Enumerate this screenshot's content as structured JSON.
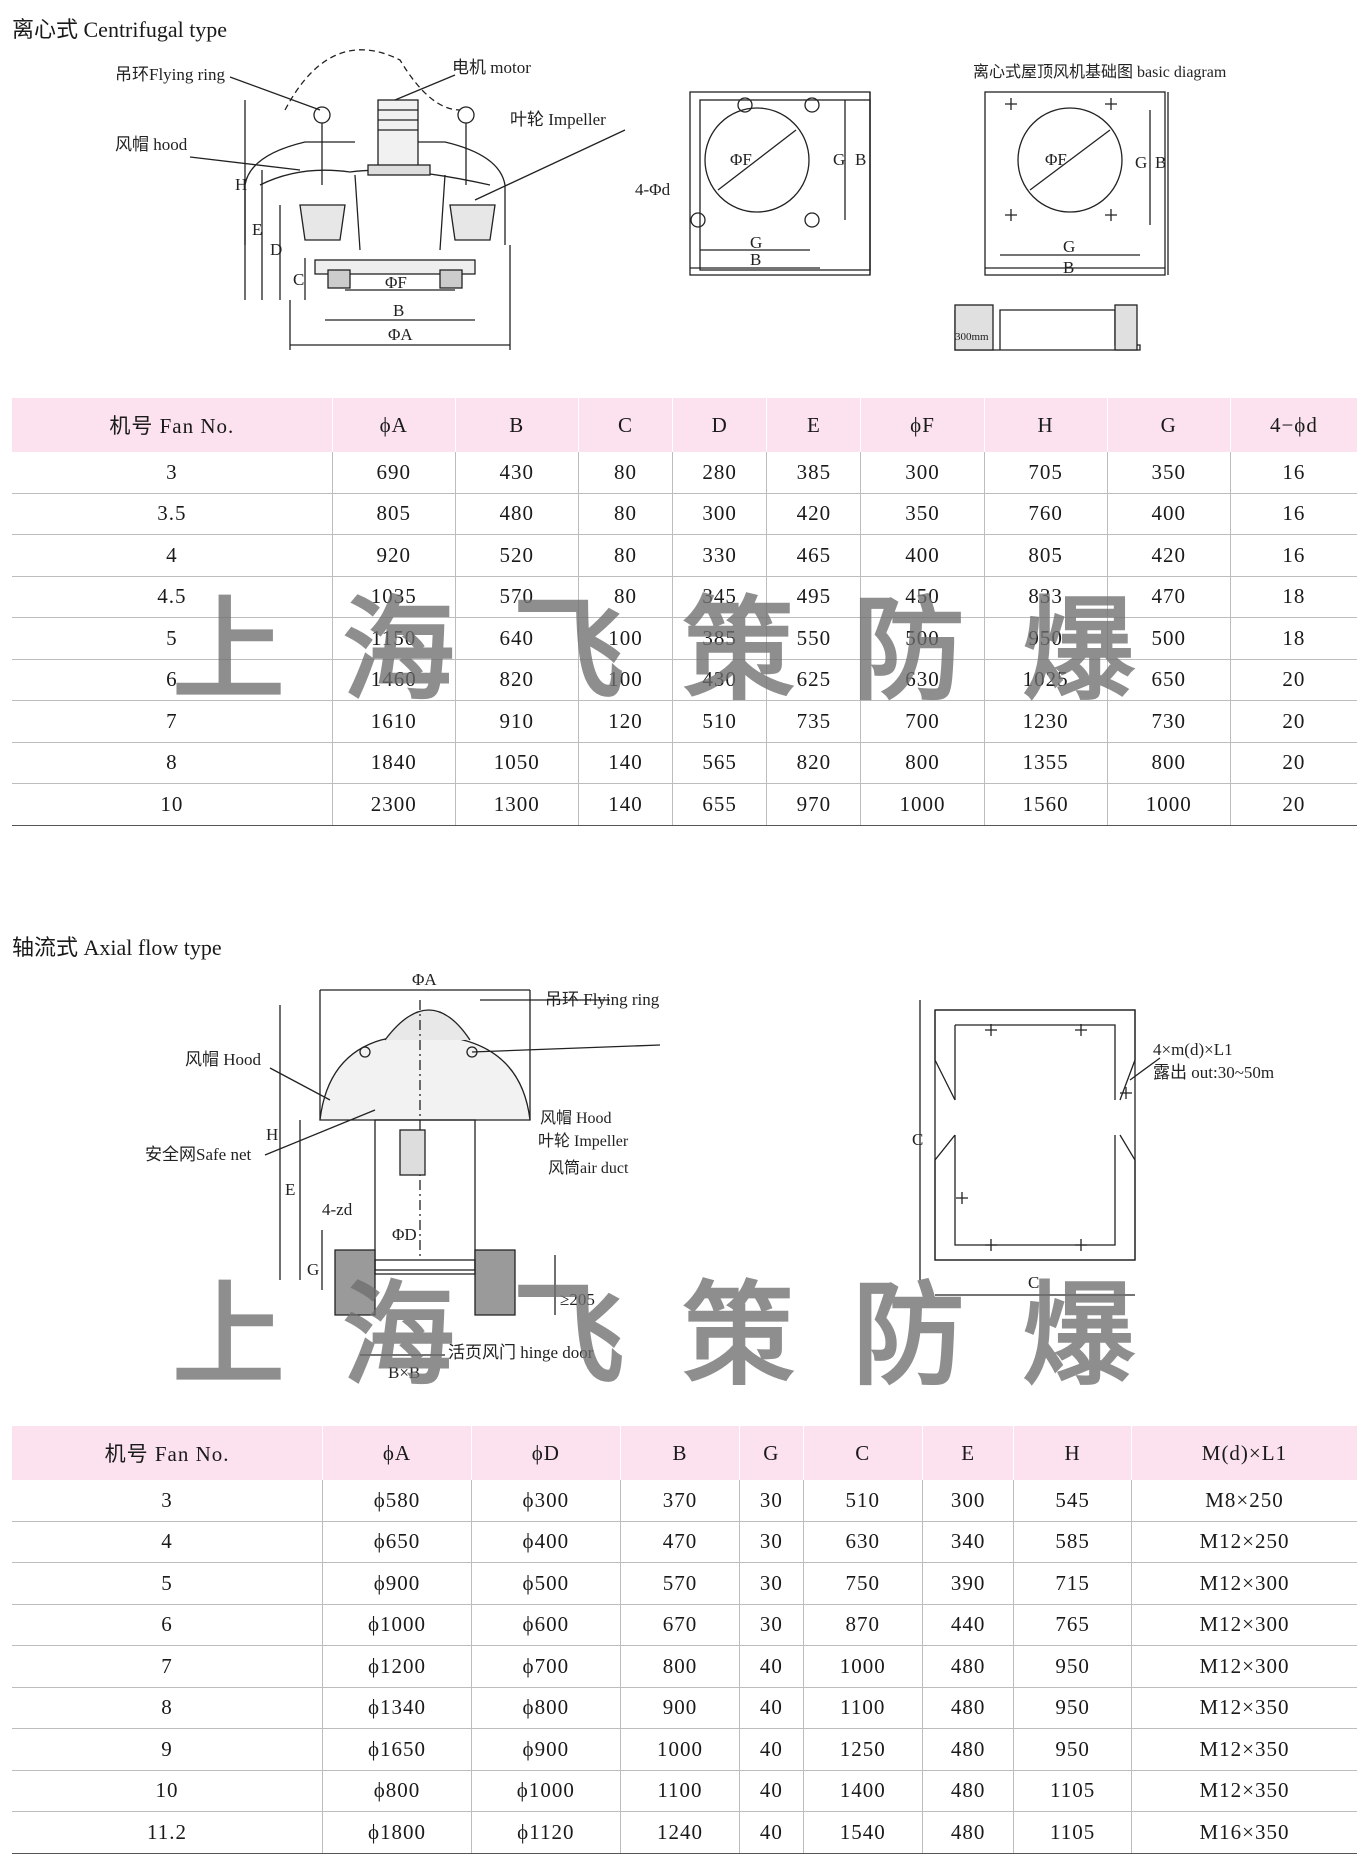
{
  "centrifugal": {
    "title": "离心式 Centrifugal type",
    "labels": {
      "flying_ring": "吊环Flying ring",
      "motor": "电机 motor",
      "hood": "风帽 hood",
      "impeller": "叶轮 Impeller",
      "dim_h": "H",
      "dim_e": "E",
      "dim_d": "D",
      "dim_c": "C",
      "dim_phif": "ΦF",
      "dim_b": "B",
      "dim_phia": "ΦA"
    },
    "plan_labels": {
      "phif": "ΦF",
      "holes": "4-Φd",
      "g": "G",
      "b": "B",
      "g_v": "G",
      "b_v": "B"
    },
    "basic_diagram": {
      "title": "离心式屋顶风机基础图  basic diagram",
      "phif": "ΦF",
      "g": "G",
      "b": "B",
      "g_v": "G",
      "b_v": "B",
      "height_label": "300mm"
    },
    "table": {
      "headers": [
        "机号 Fan No.",
        "ϕA",
        "B",
        "C",
        "D",
        "E",
        "ϕF",
        "H",
        "G",
        "4−ϕd"
      ],
      "rows": [
        [
          "3",
          "690",
          "430",
          "80",
          "280",
          "385",
          "300",
          "705",
          "350",
          "16"
        ],
        [
          "3.5",
          "805",
          "480",
          "80",
          "300",
          "420",
          "350",
          "760",
          "400",
          "16"
        ],
        [
          "4",
          "920",
          "520",
          "80",
          "330",
          "465",
          "400",
          "805",
          "420",
          "16"
        ],
        [
          "4.5",
          "1035",
          "570",
          "80",
          "345",
          "495",
          "450",
          "833",
          "470",
          "18"
        ],
        [
          "5",
          "1150",
          "640",
          "100",
          "385",
          "550",
          "500",
          "950",
          "500",
          "18"
        ],
        [
          "6",
          "1460",
          "820",
          "100",
          "430",
          "625",
          "630",
          "1025",
          "650",
          "20"
        ],
        [
          "7",
          "1610",
          "910",
          "120",
          "510",
          "735",
          "700",
          "1230",
          "730",
          "20"
        ],
        [
          "8",
          "1840",
          "1050",
          "140",
          "565",
          "820",
          "800",
          "1355",
          "800",
          "20"
        ],
        [
          "10",
          "2300",
          "1300",
          "140",
          "655",
          "970",
          "1000",
          "1560",
          "1000",
          "20"
        ]
      ]
    }
  },
  "axial": {
    "title": "轴流式 Axial flow type",
    "labels": {
      "phia": "ΦA",
      "flying_ring": "吊环  Flying ring",
      "hood_left": "风帽 Hood",
      "safe_net": "安全网Safe net",
      "hood_right": "风帽 Hood",
      "impeller": "叶轮 Impeller",
      "air_duct": "风筒air duct",
      "dim_h": "H",
      "dim_e": "E",
      "dim_g": "G",
      "zd": "4-zd",
      "phid": "ΦD",
      "ge205": "≥205",
      "hinge_door": "活页风门 hinge door",
      "bxb": "B×B"
    },
    "plan_labels": {
      "bolt": "4×m(d)×L1",
      "out": "露出 out:30~50m",
      "c_v": "C",
      "c_h": "C"
    },
    "table": {
      "headers": [
        "机号 Fan No.",
        "ϕA",
        "ϕD",
        "B",
        "G",
        "C",
        "E",
        "H",
        "M(d)×L1"
      ],
      "rows": [
        [
          "3",
          "ϕ580",
          "ϕ300",
          "370",
          "30",
          "510",
          "300",
          "545",
          "M8×250"
        ],
        [
          "4",
          "ϕ650",
          "ϕ400",
          "470",
          "30",
          "630",
          "340",
          "585",
          "M12×250"
        ],
        [
          "5",
          "ϕ900",
          "ϕ500",
          "570",
          "30",
          "750",
          "390",
          "715",
          "M12×300"
        ],
        [
          "6",
          "ϕ1000",
          "ϕ600",
          "670",
          "30",
          "870",
          "440",
          "765",
          "M12×300"
        ],
        [
          "7",
          "ϕ1200",
          "ϕ700",
          "800",
          "40",
          "1000",
          "480",
          "950",
          "M12×300"
        ],
        [
          "8",
          "ϕ1340",
          "ϕ800",
          "900",
          "40",
          "1100",
          "480",
          "950",
          "M12×350"
        ],
        [
          "9",
          "ϕ1650",
          "ϕ900",
          "1000",
          "40",
          "1250",
          "480",
          "950",
          "M12×350"
        ],
        [
          "10",
          "ϕ800",
          "ϕ1000",
          "1100",
          "40",
          "1400",
          "480",
          "1105",
          "M12×350"
        ],
        [
          "11.2",
          "ϕ1800",
          "ϕ1120",
          "1240",
          "40",
          "1540",
          "480",
          "1105",
          "M16×350"
        ]
      ]
    }
  },
  "watermark": "上海飞策防爆"
}
